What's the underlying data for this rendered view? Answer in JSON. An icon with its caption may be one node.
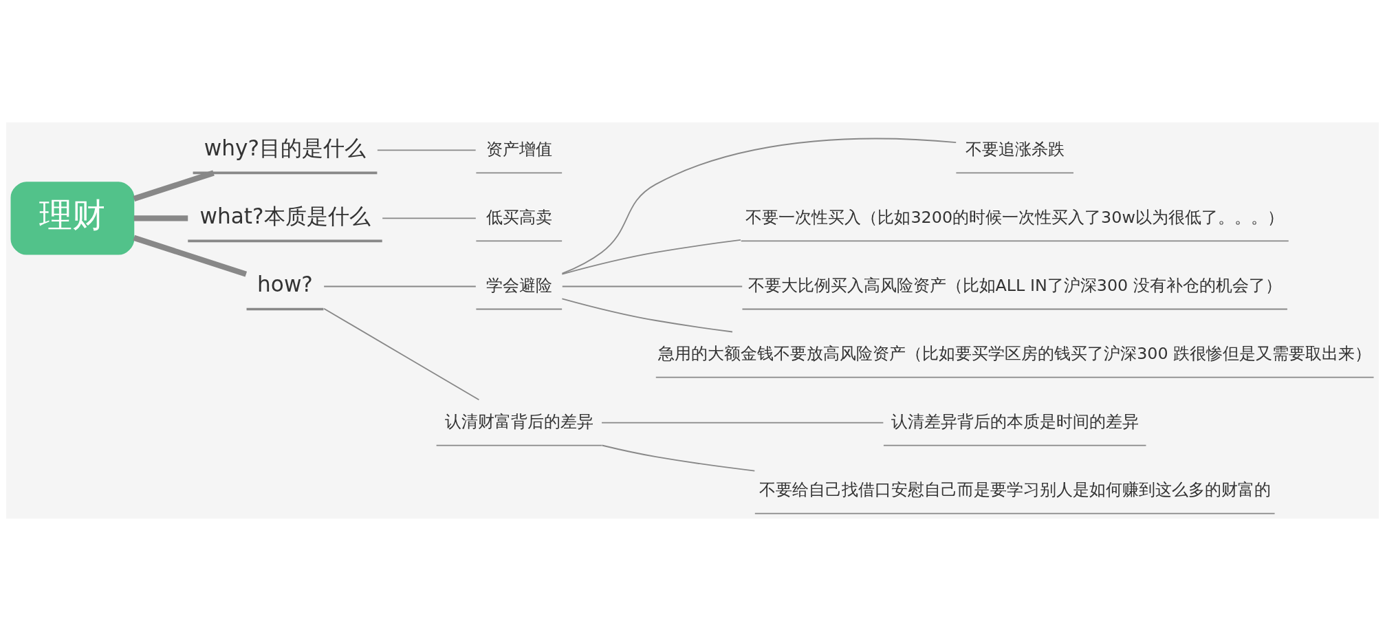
{
  "diagram": {
    "nodes": [
      {
        "text": [
          "理财"
        ]
      },
      {
        "text": [
          "why?目的是什么"
        ]
      },
      {
        "text": [
          "资产增值"
        ]
      },
      {
        "text": [
          "what?本质是什么"
        ]
      },
      {
        "text": [
          "低买高卖"
        ]
      },
      {
        "text": [
          "how?"
        ]
      },
      {
        "text": [
          "学会避险"
        ]
      },
      {
        "text": [
          "不要追涨杀跌"
        ]
      },
      {
        "text": [
          "不要一次性买入（比如3200的时候一次性买入了30w以为很低了。。。）"
        ]
      },
      {
        "text": [
          "不要大比例买入高风险资产（比如ALL IN了沪深300 没有补仓的机会了）"
        ]
      },
      {
        "text": [
          "急用的大额金钱不要放高风险资产（比如要买学区房的钱买了沪深300 跌很惨但是又需要取出来）"
        ]
      },
      {
        "text": [
          "认清财富背后的差异"
        ]
      },
      {
        "text": [
          "认清差异背后的本质是时间的差异"
        ]
      },
      {
        "text": [
          "不要给自己找借口安慰自己而是要学习别人是如何赚到这么多的财富的"
        ]
      }
    ],
    "edges": [
      {
        "from": 0,
        "to": 1,
        "arrow": "none",
        "style": "thick"
      },
      {
        "from": 1,
        "to": 2,
        "arrow": "none"
      },
      {
        "from": 0,
        "to": 3,
        "arrow": "none",
        "style": "thick"
      },
      {
        "from": 3,
        "to": 4,
        "arrow": "none"
      },
      {
        "from": 0,
        "to": 5,
        "arrow": "none",
        "style": "thick"
      },
      {
        "from": 5,
        "to": 6,
        "arrow": "none"
      },
      {
        "from": 6,
        "to": 7,
        "arrow": "none"
      },
      {
        "from": 6,
        "to": 8,
        "arrow": "none"
      },
      {
        "from": 6,
        "to": 9,
        "arrow": "none"
      },
      {
        "from": 6,
        "to": 10,
        "arrow": "none"
      },
      {
        "from": 5,
        "to": 11,
        "arrow": "none"
      },
      {
        "from": 11,
        "to": 12,
        "arrow": "none"
      },
      {
        "from": 11,
        "to": 13,
        "arrow": "none"
      }
    ]
  }
}
